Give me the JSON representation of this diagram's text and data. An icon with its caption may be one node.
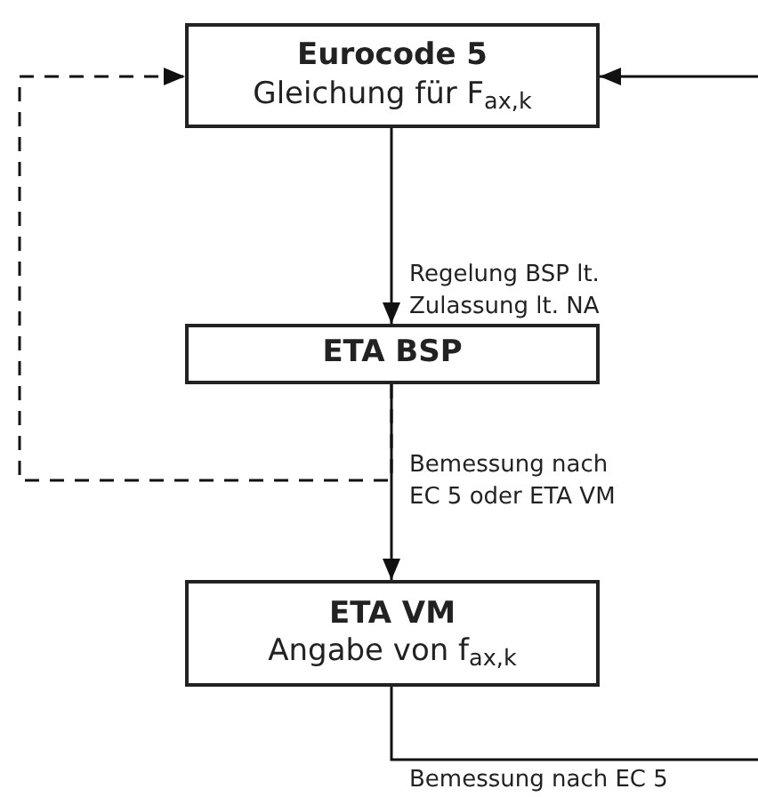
{
  "diagram": {
    "nodes": [
      {
        "text": [
          "Eurocode 5",
          "Gleichung für F$_{ax,k}$"
        ]
      },
      {
        "text": [
          "ETA BSP"
        ]
      },
      {
        "text": [
          "ETA VM",
          "Angabe von f$_{ax,k}$"
        ]
      }
    ],
    "edges": [
      {
        "from": 0,
        "to": 1,
        "arrow": "to",
        "label": "Regelung BSP lt. Zulassung lt. NA"
      },
      {
        "from": 1,
        "to": 2,
        "arrow": "to",
        "label": "Bemessung nach EC 5 oder ETA VM"
      },
      {
        "from": 1,
        "to": 0,
        "arrow": "to",
        "style": "dashed"
      },
      {
        "from": 2,
        "to": null,
        "arrow": "none",
        "label": "Bemessung nach EC 5"
      },
      {
        "from": null,
        "to": 0,
        "arrow": "to"
      }
    ]
  }
}
